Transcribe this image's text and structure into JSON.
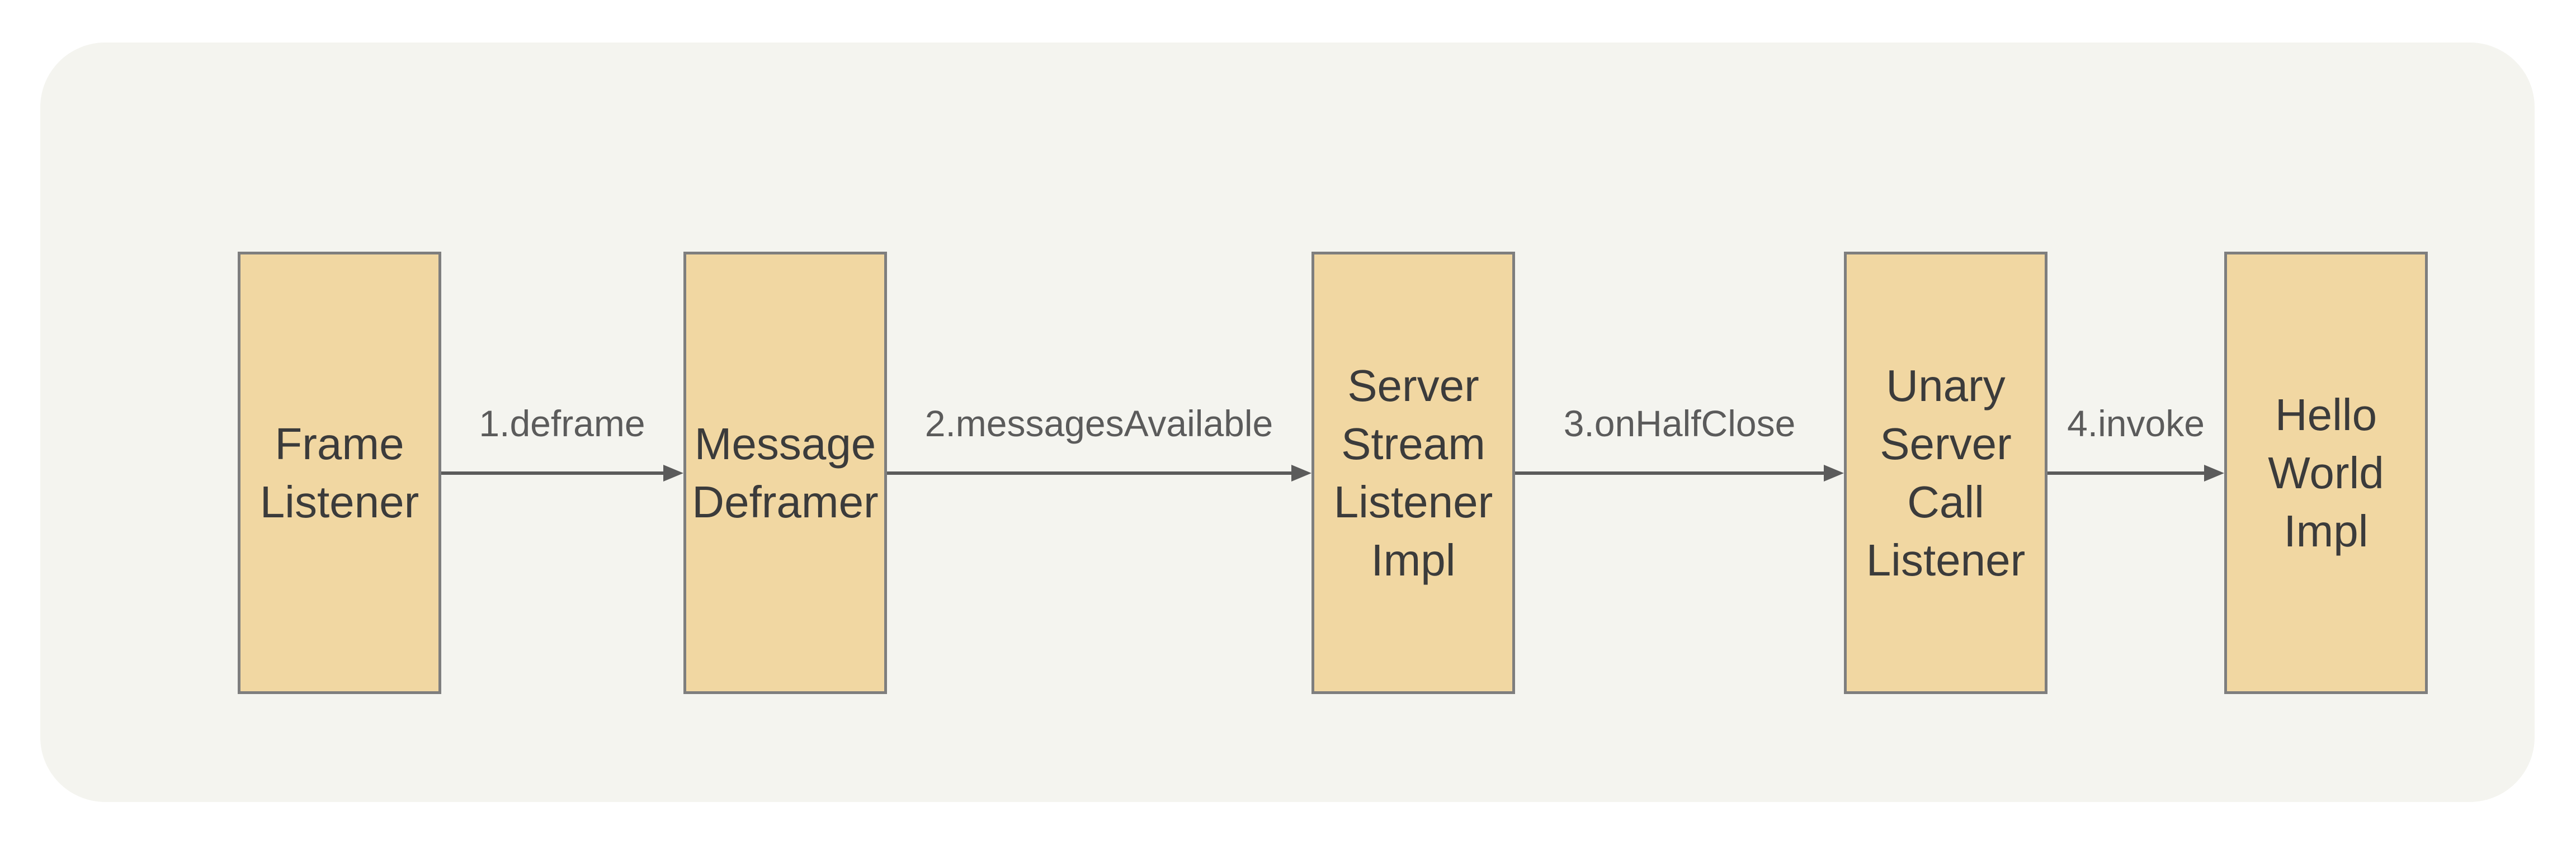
{
  "diagram": {
    "colors": {
      "node_fill": "#f1d7a2",
      "node_border": "#7e7e7e",
      "node_text": "#3b3b3b",
      "edge": "#5b5b5b",
      "edge_label_text": "#5b5b5b",
      "panel_background": "#f4f4ef",
      "page_background": "#ffffff"
    },
    "nodes": [
      {
        "label": "Frame Listener"
      },
      {
        "label": "Message Deframer"
      },
      {
        "label": "Server Stream Listener Impl"
      },
      {
        "label": "Unary Server Call Listener"
      },
      {
        "label": "Hello World Impl"
      }
    ],
    "edges": [
      {
        "label": "1.deframe",
        "from": "Frame Listener",
        "to": "Message Deframer"
      },
      {
        "label": "2.messagesAvailable",
        "from": "Message Deframer",
        "to": "Server Stream Listener Impl"
      },
      {
        "label": "3.onHalfClose",
        "from": "Server Stream Listener Impl",
        "to": "Unary Server Call Listener"
      },
      {
        "label": "4.invoke",
        "from": "Unary Server Call Listener",
        "to": "Hello World Impl"
      }
    ]
  }
}
